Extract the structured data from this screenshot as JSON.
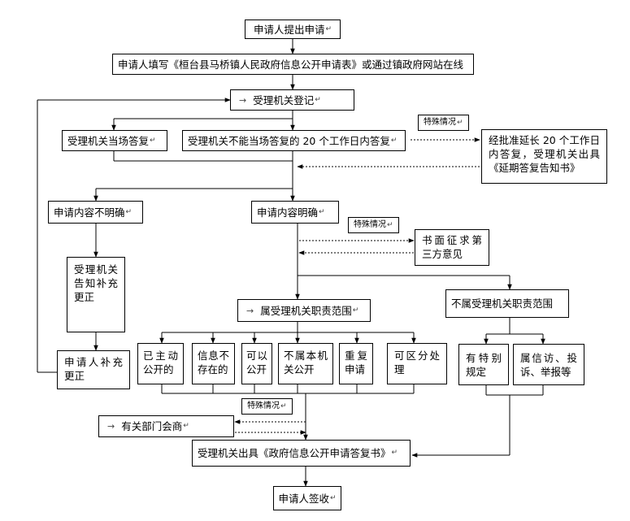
{
  "nodes": {
    "submit": "申请人提出申请",
    "fill_form": "申请人填写《桓台县马桥镇人民政府信息公开申请表》或通过镇政府网站在线",
    "register": "受理机关登记",
    "reply_on_spot": "受理机关当场答复",
    "reply_20_days": "受理机关不能当场答复的 20 个工作日内答复",
    "extension": "经批准延长 20 个工作日内答复，受理机关出具《延期答复告知书》",
    "unclear": "申请内容不明确",
    "clear": "申请内容明确",
    "notify_correction": "受理机关告知补充更正",
    "applicant_correction": "申请人补充更正",
    "third_party": "书面征求第三方意见",
    "in_scope": "属受理机关职责范围",
    "out_of_scope": "不属受理机关职责范围",
    "published": "已主动公开的",
    "not_exist": "信息不存在的",
    "can_publish": "可以公开",
    "not_this_org": "不属本机关公开",
    "repeat": "重复申请",
    "partial": "可区分处理",
    "special_rules": "有特别规定",
    "petition": "属信访、投诉、举报等",
    "consult": "有关部门会商",
    "issue_reply": "受理机关出具《政府信息公开申请答复书》",
    "sign": "申请人签收"
  },
  "tags": {
    "special_1": "特殊情况",
    "special_2": "特殊情况",
    "special_3": "特殊情况"
  },
  "glyphs": {
    "return_mark": "↵",
    "arrow_mark": "→"
  }
}
